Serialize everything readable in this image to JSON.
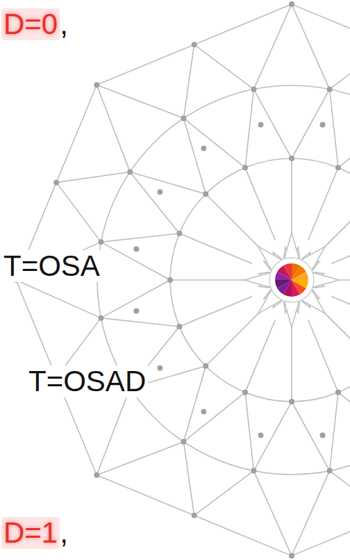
{
  "diagram": {
    "labels": [
      "D=0",
      ",",
      "T=OSA",
      "T=OSAD",
      "D=1",
      ","
    ]
  }
}
